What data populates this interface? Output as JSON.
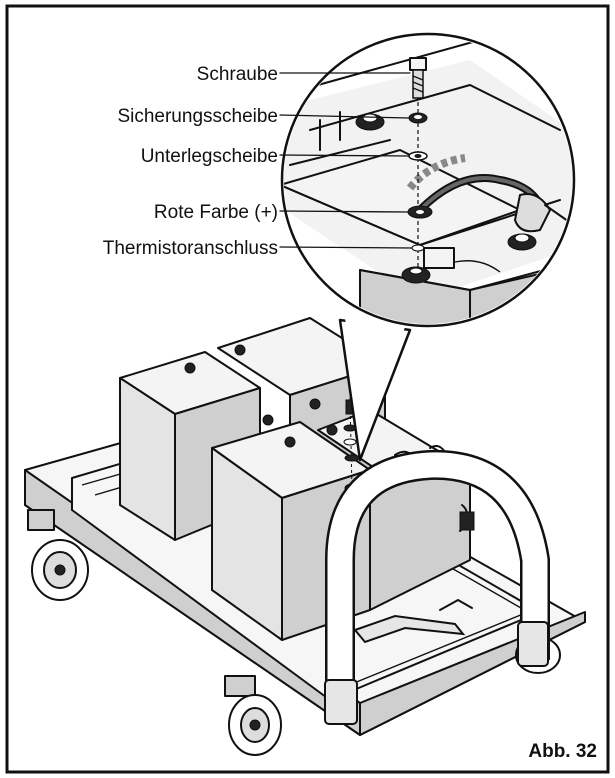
{
  "figure": {
    "figure_number": "Abb. 32",
    "callouts": [
      {
        "label": "Schraube"
      },
      {
        "label": "Sicherungsscheibe"
      },
      {
        "label": "Unterlegscheibe"
      },
      {
        "label": "Rote Farbe (+)"
      },
      {
        "label": "Thermistoranschluss"
      }
    ]
  }
}
